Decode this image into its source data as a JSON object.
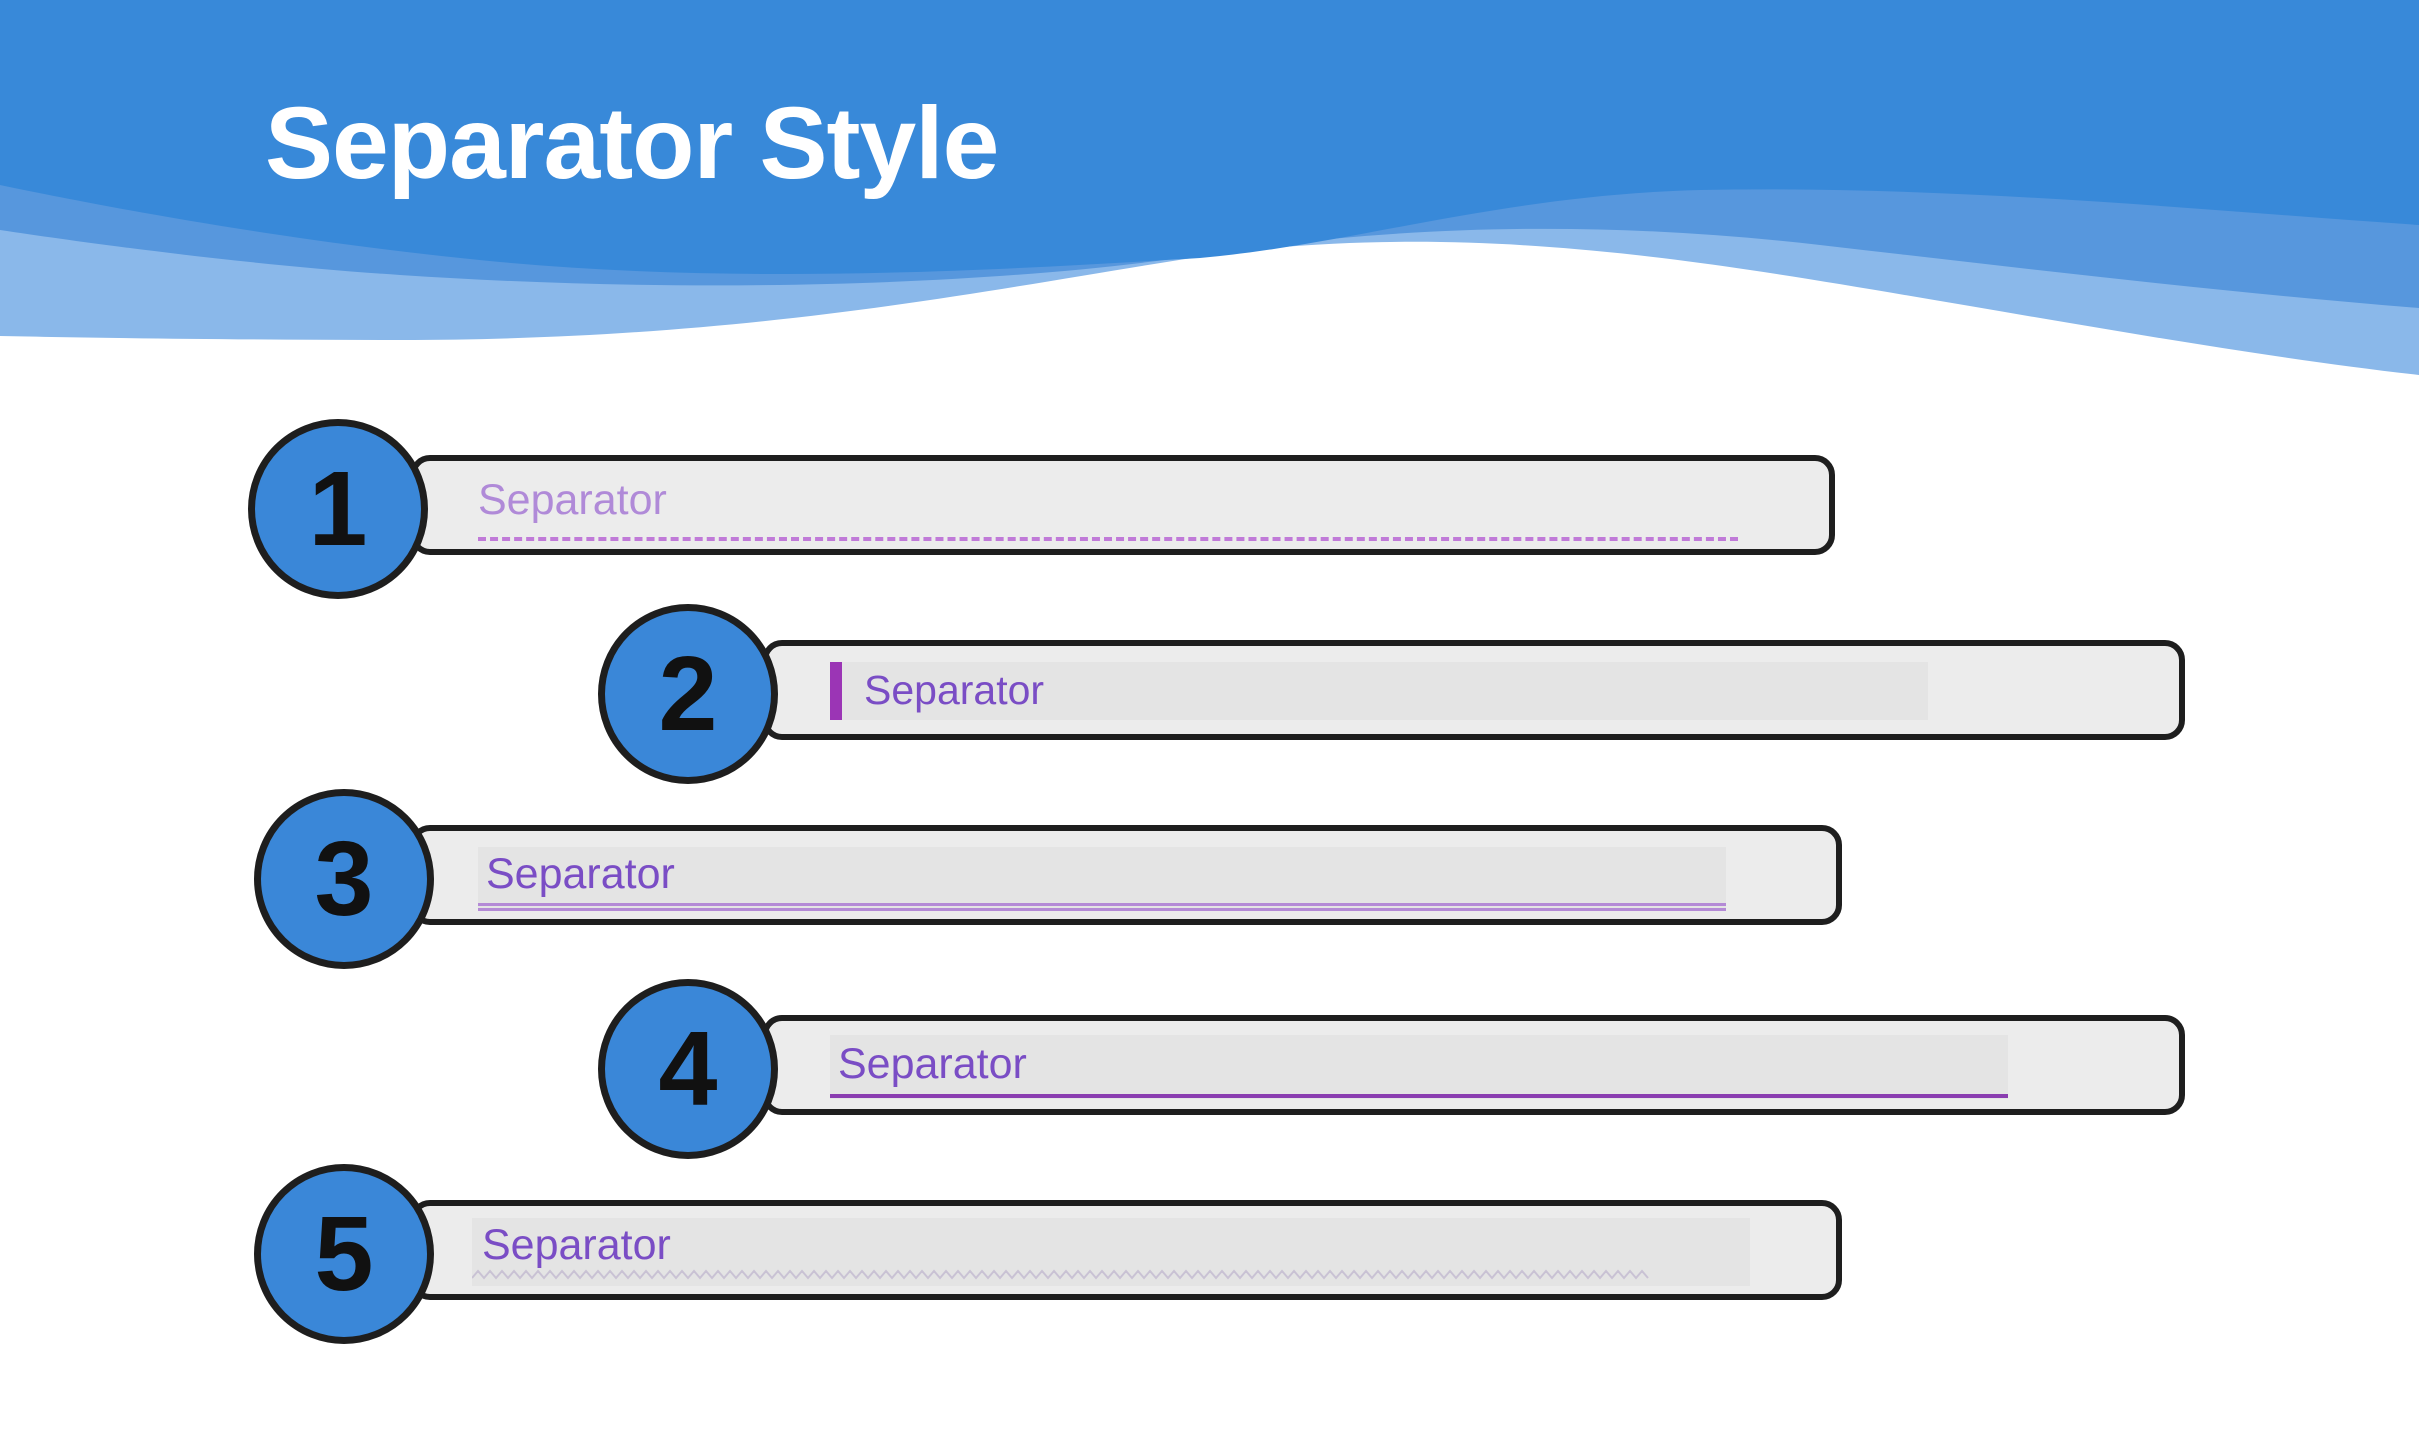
{
  "page": {
    "title": "Separator Style"
  },
  "theme": {
    "header_blue": "#3889d9",
    "badge_blue": "#3a87d8",
    "outline": "#1e1e1e",
    "card_bg": "#ececec",
    "accent_purple": "#9b35b5",
    "text_purple": "#7a4dc5"
  },
  "items": [
    {
      "number": "1",
      "label": "Separator",
      "style": "dashed"
    },
    {
      "number": "2",
      "label": "Separator",
      "style": "left-bar"
    },
    {
      "number": "3",
      "label": "Separator",
      "style": "double-line"
    },
    {
      "number": "4",
      "label": "Separator",
      "style": "solid-line"
    },
    {
      "number": "5",
      "label": "Separator",
      "style": "wavy"
    }
  ]
}
